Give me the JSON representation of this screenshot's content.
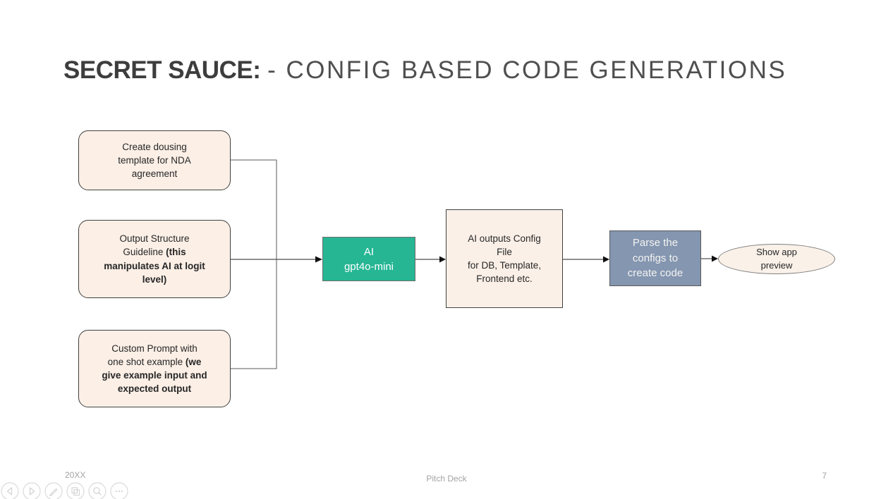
{
  "title": {
    "bold": "SECRET SAUCE:",
    "light": "- CONFIG BASED CODE GENERATIONS"
  },
  "diagram": {
    "nodes": {
      "create_template": {
        "lines": [
          {
            "n": "Create dousing"
          },
          {
            "n": "template for NDA"
          },
          {
            "n": "agreement"
          }
        ]
      },
      "output_structure": {
        "lines": [
          {
            "n": "Output Structure"
          },
          {
            "n": "Guideline ",
            "b": "(this"
          },
          {
            "b": "manipulates AI at logit"
          },
          {
            "b": "level)"
          }
        ]
      },
      "custom_prompt": {
        "lines": [
          {
            "n": "Custom Prompt with"
          },
          {
            "n": "one shot example ",
            "b": "(we"
          },
          {
            "b": "give example input and"
          },
          {
            "b": "expected output"
          }
        ]
      },
      "ai_model": {
        "lines": [
          {
            "n": "AI"
          },
          {
            "n": "gpt4o-mini"
          }
        ]
      },
      "config_output": {
        "lines": [
          {
            "n": "AI outputs Config"
          },
          {
            "n": "File"
          },
          {
            "n": "for DB, Template,"
          },
          {
            "n": "Frontend etc."
          }
        ]
      },
      "parse_configs": {
        "lines": [
          {
            "n": "Parse the"
          },
          {
            "n": "configs to"
          },
          {
            "n": "create code"
          }
        ]
      },
      "show_preview": {
        "lines": [
          {
            "n": "Show app"
          },
          {
            "n": "preview"
          }
        ]
      }
    },
    "colors": {
      "node_cream": "#FBEFE6",
      "node_green": "#26B694",
      "node_slate": "#8496B0",
      "border_dark": "#404040",
      "border_gray": "#6E6E6E",
      "connector": "#555555",
      "arrowhead": "#111111"
    }
  },
  "footer": {
    "year": "20XX",
    "label": "Pitch Deck",
    "page": "7"
  },
  "presenter_controls": {
    "icons": [
      "previous-slide-icon",
      "next-slide-icon",
      "pen-icon",
      "slides-overview-icon",
      "zoom-icon",
      "more-options-icon"
    ]
  }
}
